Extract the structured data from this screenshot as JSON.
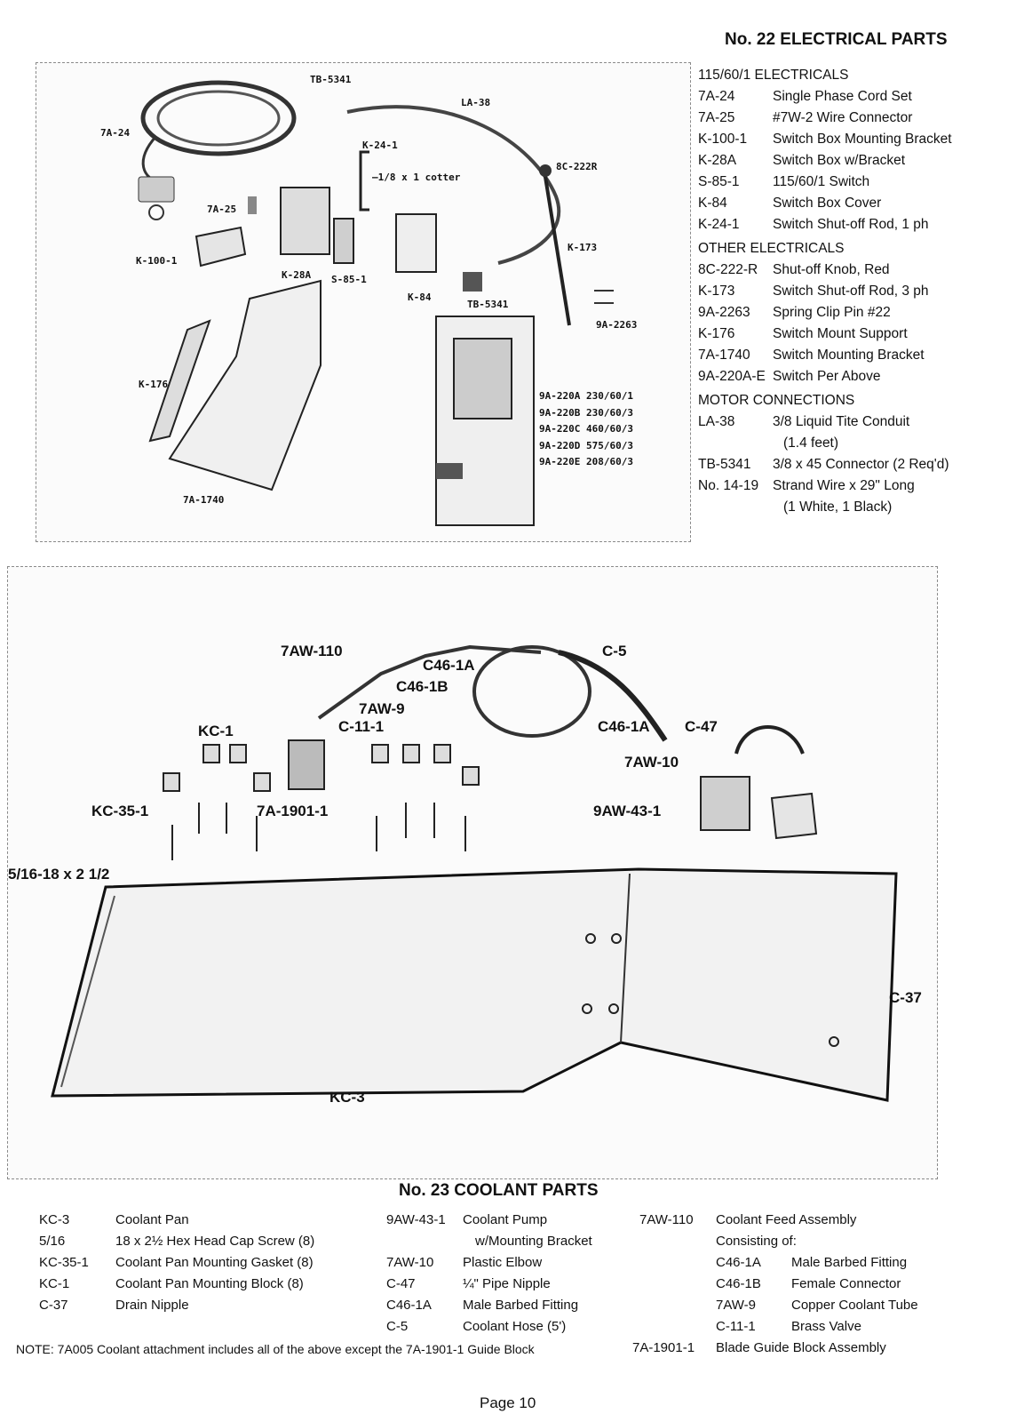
{
  "electrical": {
    "title": "No. 22 ELECTRICAL PARTS",
    "sections": [
      {
        "heading": "115/60/1 ELECTRICALS",
        "items": [
          {
            "code": "7A-24",
            "desc": "Single Phase Cord Set"
          },
          {
            "code": "7A-25",
            "desc": "#7W-2 Wire Connector"
          },
          {
            "code": "K-100-1",
            "desc": "Switch Box Mounting Bracket"
          },
          {
            "code": "K-28A",
            "desc": "Switch Box w/Bracket"
          },
          {
            "code": "S-85-1",
            "desc": "115/60/1 Switch"
          },
          {
            "code": "K-84",
            "desc": "Switch Box Cover"
          },
          {
            "code": "K-24-1",
            "desc": "Switch Shut-off Rod, 1 ph"
          }
        ]
      },
      {
        "heading": "OTHER ELECTRICALS",
        "items": [
          {
            "code": "8C-222-R",
            "desc": "Shut-off Knob, Red"
          },
          {
            "code": "K-173",
            "desc": "Switch Shut-off Rod, 3 ph"
          },
          {
            "code": "9A-2263",
            "desc": "Spring Clip Pin #22"
          },
          {
            "code": "K-176",
            "desc": "Switch Mount Support"
          },
          {
            "code": "7A-1740",
            "desc": "Switch Mounting Bracket"
          },
          {
            "code": "9A-220A-E",
            "desc": "Switch Per Above"
          }
        ]
      },
      {
        "heading": "MOTOR CONNECTIONS",
        "items": [
          {
            "code": "LA-38",
            "desc": "3/8 Liquid Tite Conduit",
            "cont": "(1.4 feet)"
          },
          {
            "code": "TB-5341",
            "desc": "3/8 x 45 Connector (2 Req'd)"
          },
          {
            "code": "No. 14-19",
            "desc": "Strand Wire x 29\" Long",
            "cont": "(1 White, 1 Black)"
          }
        ]
      }
    ],
    "figure_labels": {
      "tb5341_top": "TB-5341",
      "la38": "LA-38",
      "a24": "7A-24",
      "k241": "K-24-1",
      "cotter": "—1/8 x 1 cotter",
      "c222r": "8C-222R",
      "a25": "7A-25",
      "k173": "K-173",
      "k1001": "K-100-1",
      "k28a": "K-28A",
      "s851": "S-85-1",
      "k84": "K-84",
      "tb5341_bot": "TB-5341",
      "a2263": "9A-2263",
      "k176": "K-176",
      "a1740": "7A-1740",
      "switch_variants": [
        "9A-220A 230/60/1",
        "9A-220B 230/60/3",
        "9A-220C 460/60/3",
        "9A-220D 575/60/3",
        "9A-220E 208/60/3"
      ]
    }
  },
  "coolant": {
    "title": "No. 23 COOLANT PARTS",
    "figure_labels": {
      "aw110": "7AW-110",
      "c46_1a_top": "C46-1A",
      "c5": "C-5",
      "c46_1b": "C46-1B",
      "aw9": "7AW-9",
      "c111": "C-11-1",
      "kc1": "KC-1",
      "c46_1a_right": "C46-1A",
      "c47": "C-47",
      "aw10": "7AW-10",
      "kc351": "KC-35-1",
      "a19011": "7A-1901-1",
      "aw431": "9AW-43-1",
      "screw": "5/16-18 x 2 1/2",
      "c37": "C-37",
      "kc3": "KC-3"
    },
    "columns": [
      [
        {
          "code": "KC-3",
          "desc": "Coolant Pan"
        },
        {
          "code": "5/16",
          "desc": "18 x 2½ Hex Head Cap Screw (8)"
        },
        {
          "code": "KC-35-1",
          "desc": "Coolant Pan Mounting Gasket (8)"
        },
        {
          "code": "KC-1",
          "desc": "Coolant Pan Mounting Block (8)"
        },
        {
          "code": "C-37",
          "desc": "Drain Nipple"
        }
      ],
      [
        {
          "code": "9AW-43-1",
          "desc": "Coolant Pump"
        },
        {
          "code": "",
          "desc": "w/Mounting Bracket"
        },
        {
          "code": "7AW-10",
          "desc": "Plastic Elbow"
        },
        {
          "code": "C-47",
          "desc": "¼\" Pipe Nipple"
        },
        {
          "code": "C46-1A",
          "desc": "Male Barbed Fitting"
        },
        {
          "code": "C-5",
          "desc": "Coolant Hose (5')"
        }
      ],
      [
        {
          "code": "7AW-110",
          "desc": "Coolant Feed Assembly"
        },
        {
          "code": "",
          "desc": "Consisting of:"
        },
        {
          "code": "",
          "desc": "C46-1A",
          "desc2": "Male Barbed Fitting"
        },
        {
          "code": "",
          "desc": "C46-1B",
          "desc2": "Female Connector"
        },
        {
          "code": "",
          "desc": "7AW-9",
          "desc2": "Copper Coolant Tube"
        },
        {
          "code": "",
          "desc": "C-11-1",
          "desc2": "Brass Valve"
        },
        {
          "code": "7A-1901-1",
          "desc": "Blade Guide Block Assembly"
        }
      ]
    ],
    "note": "NOTE: 7A005 Coolant attachment includes all of the above except the 7A-1901-1 Guide Block"
  },
  "page_label": "Page 10"
}
